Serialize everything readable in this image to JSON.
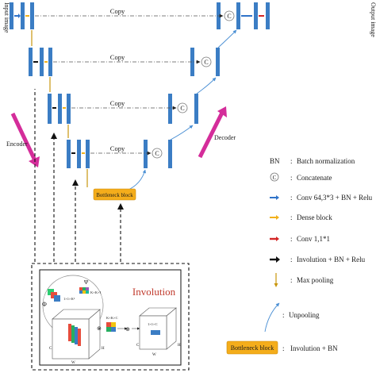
{
  "network": {
    "input_label": "Input image",
    "output_label": "Output image",
    "copy_labels": [
      "Copy",
      "Copy",
      "Copy",
      "Copy"
    ],
    "concat_symbol": "C",
    "encoder_label": "Encoder",
    "decoder_label": "Decoder",
    "bottleneck_label": "Bottleneck block"
  },
  "involution_panel": {
    "title": "Involution",
    "kernel_label_1": "1×1×K²",
    "kernel_label_2": "K×K×1",
    "phi_symbol": "Φ",
    "psi_symbol": "Ψ",
    "group_label": "K×K×C",
    "out_label": "1×1×C",
    "dim_c": "C",
    "dim_h": "H",
    "dim_w": "W",
    "times_symbol": "⊗",
    "plus_symbol": "⊕",
    "title_color": "#c0392b"
  },
  "legend": {
    "items": [
      {
        "key": "BN",
        "separator": ":",
        "text": "Batch normalization"
      },
      {
        "symbol": "concat",
        "separator": ":",
        "text": "Concatenate"
      },
      {
        "symbol": "arrow-blue",
        "separator": ":",
        "text": "Conv 64,3*3 + BN + Relu"
      },
      {
        "symbol": "arrow-yellow",
        "separator": ":",
        "text": "Dense block"
      },
      {
        "symbol": "arrow-red",
        "separator": ":",
        "text": "Conv 1,1*1"
      },
      {
        "symbol": "arrow-black",
        "separator": ":",
        "text": "Involution + BN + Relu"
      },
      {
        "symbol": "arrow-down",
        "separator": ":",
        "text": "Max pooling"
      },
      {
        "symbol": "arc",
        "separator": ":",
        "text": "Unpooling"
      },
      {
        "symbol": "bottleneck",
        "separator": ":",
        "text": "Involution + BN"
      }
    ],
    "bottleneck_key": "Bottleneck block"
  },
  "colors": {
    "block": "#3b7dc4",
    "blue_arrow": "#2f73c9",
    "yellow_arrow": "#f2b11a",
    "red_arrow": "#d32626",
    "black_arrow": "#111111",
    "pool_arrow": "#c8960c",
    "magenta": "#d42d9a",
    "bottleneck_fill": "#f4ad1b"
  }
}
